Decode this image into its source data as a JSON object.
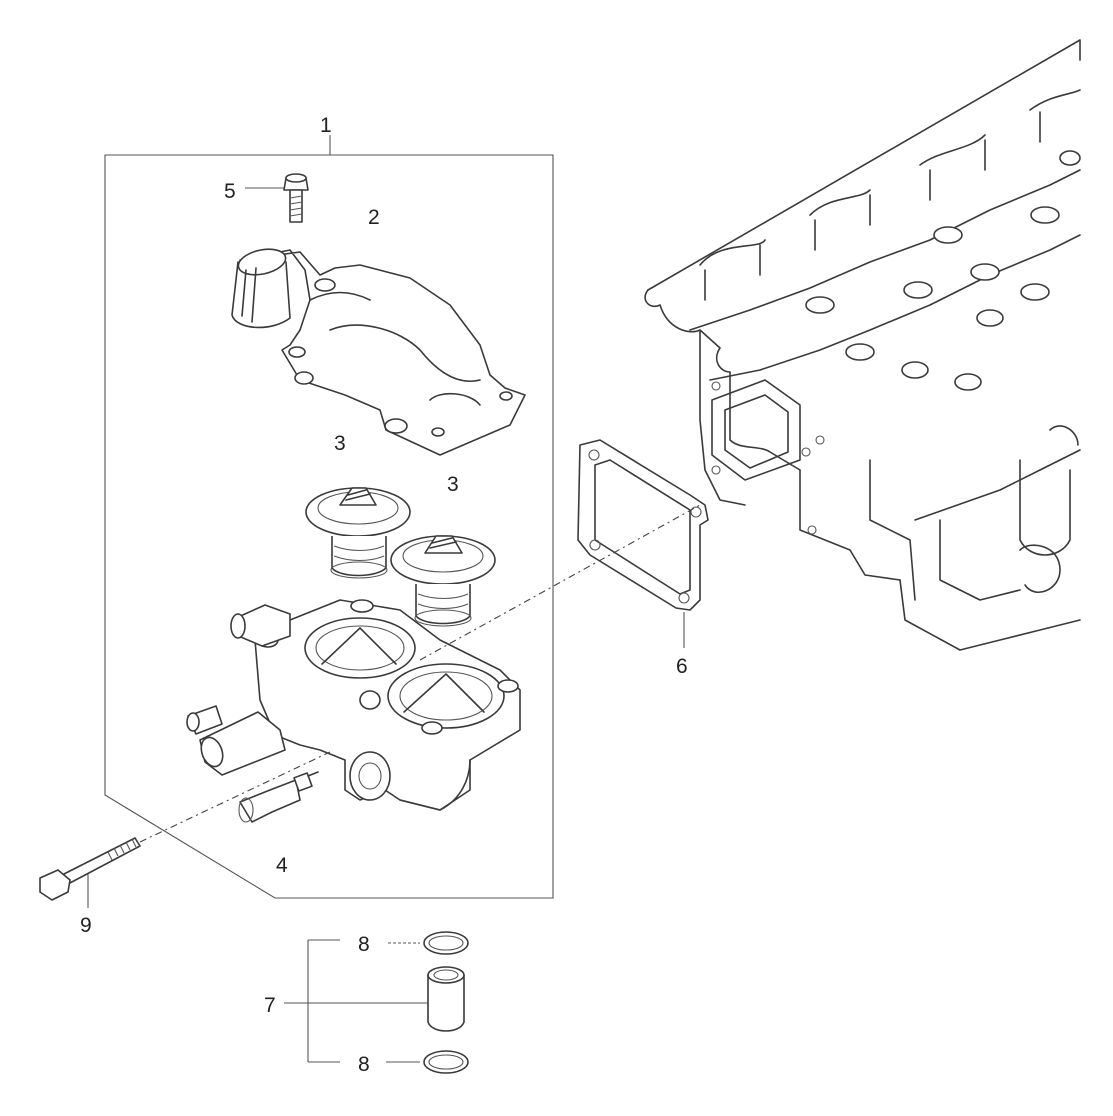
{
  "labels": {
    "assembly": "1",
    "housing_cover": "2",
    "thermostat_a": "3",
    "thermostat_b": "3",
    "housing_body": "4",
    "cover_bolt": "5",
    "gasket": "6",
    "pipe_set": "7",
    "oring_top": "8",
    "oring_bottom": "8",
    "long_bolt": "9"
  },
  "colors": {
    "line": "#3a3a3a",
    "background": "#ffffff"
  }
}
